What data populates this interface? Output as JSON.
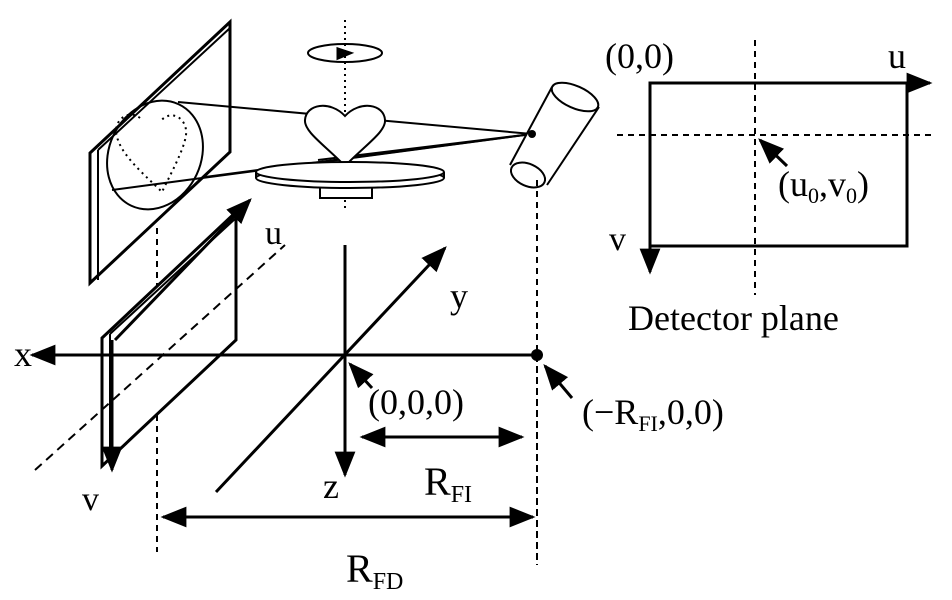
{
  "labels": {
    "x_axis": "x",
    "y_axis": "y",
    "z_axis": "z",
    "origin": "(0,0,0)",
    "source_pos_pre": "(−R",
    "source_pos_sub": "FI",
    "source_pos_post": ",0,0)",
    "rfi_main": "R",
    "rfi_sub": "FI",
    "rfd_main": "R",
    "rfd_sub": "FD",
    "panel_u": "u",
    "panel_v": "v",
    "det_origin": "(0,0)",
    "det_u": "u",
    "det_v": "v",
    "det_center_pre": "(u",
    "det_center_sub1": "0",
    "det_center_mid": ",v",
    "det_center_sub2": "0",
    "det_center_post": ")",
    "det_title": "Detector plane"
  }
}
